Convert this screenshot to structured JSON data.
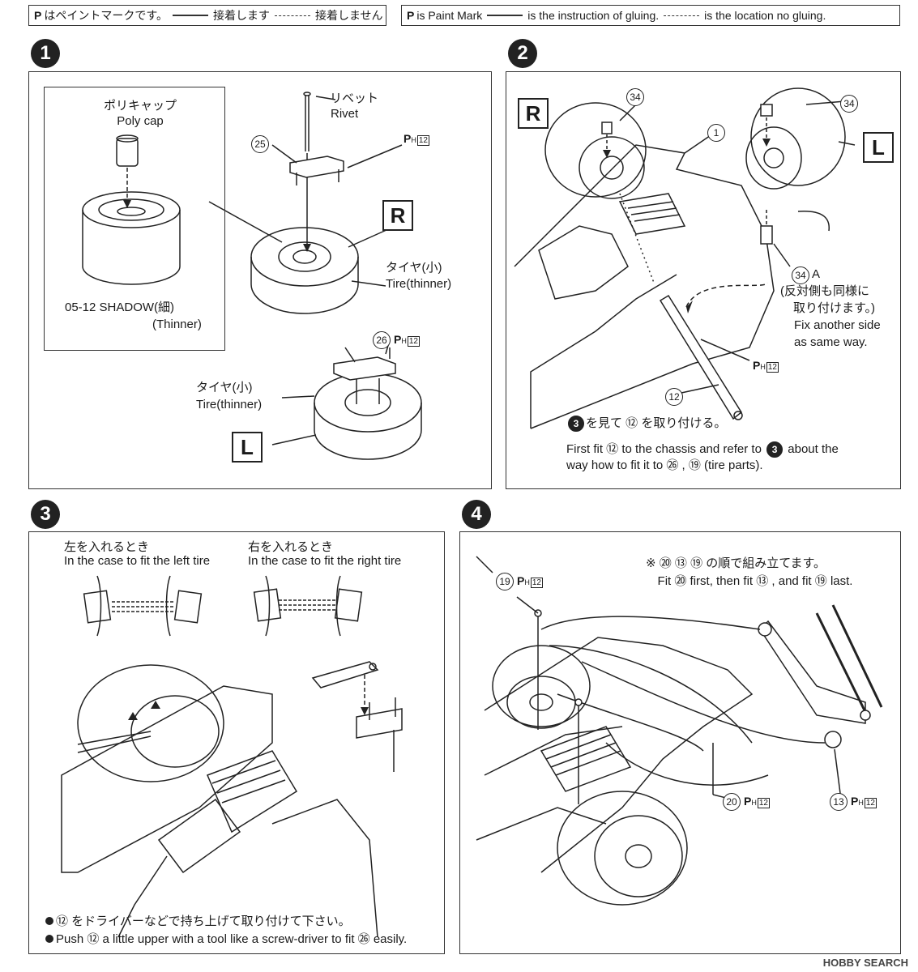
{
  "legend_ja": {
    "paint": "はペイントマークです。",
    "glue": "接着します",
    "noglue": "接着しません"
  },
  "legend_en": {
    "paint": "is Paint Mark",
    "glue": "is the instruction of gluing.",
    "noglue": "is the location no gluing."
  },
  "steps": [
    "1",
    "2",
    "3",
    "4"
  ],
  "step1": {
    "polycap_ja": "ポリキャップ",
    "polycap_en": "Poly cap",
    "rivet_ja": "リベット",
    "rivet_en": "Rivet",
    "part25": "25",
    "part26": "26",
    "paint_code": "12",
    "paint_prefix": "P",
    "paint_sub": "H",
    "side_r": "R",
    "side_l": "L",
    "tire_ja": "タイヤ(小)",
    "tire_en": "Tire(thinner)",
    "tire2_ja": "タイヤ(小)",
    "tire2_en": "Tire(thinner)",
    "shadow": "05-12 SHADOW(細)",
    "thinner": "(Thinner)"
  },
  "step2": {
    "side_r": "R",
    "side_l": "L",
    "part34": "34",
    "part34b": "34",
    "part34a": "34",
    "part34a_suffix": "A",
    "part1": "1",
    "part12": "12",
    "paint_code": "12",
    "note_ja_1": "(反対側も同様に",
    "note_ja_2": "取り付けます。)",
    "note_en_1": "Fix another side",
    "note_en_2": "as same way.",
    "inst_ja": "を見て ⑫ を取り付ける。",
    "inst_en_1": "First fit ⑫ to the chassis and refer to",
    "inst_en_1b": "about the",
    "inst_en_2": "way how to fit it to ㉖ , ⑲ (tire parts)."
  },
  "step3": {
    "left_ja": "左を入れるとき",
    "left_en": "In the case to fit the left tire",
    "right_ja": "右を入れるとき",
    "right_en": "In the case to fit the right tire",
    "note1": "⑫ をドライバーなどで持ち上げて取り付けて下さい。",
    "note2": "Push ⑫ a little upper with a tool like a screw-driver to fit ㉖ easily."
  },
  "step4": {
    "order_ja": "※ ⑳ ⑬ ⑲ の順で組み立てます。",
    "order_en": "Fit ⑳ first, then fit ⑬ , and fit ⑲ last.",
    "part19": "19",
    "part20": "20",
    "part13": "13",
    "paint_code": "12"
  },
  "watermark": "HOBBY SEARCH"
}
